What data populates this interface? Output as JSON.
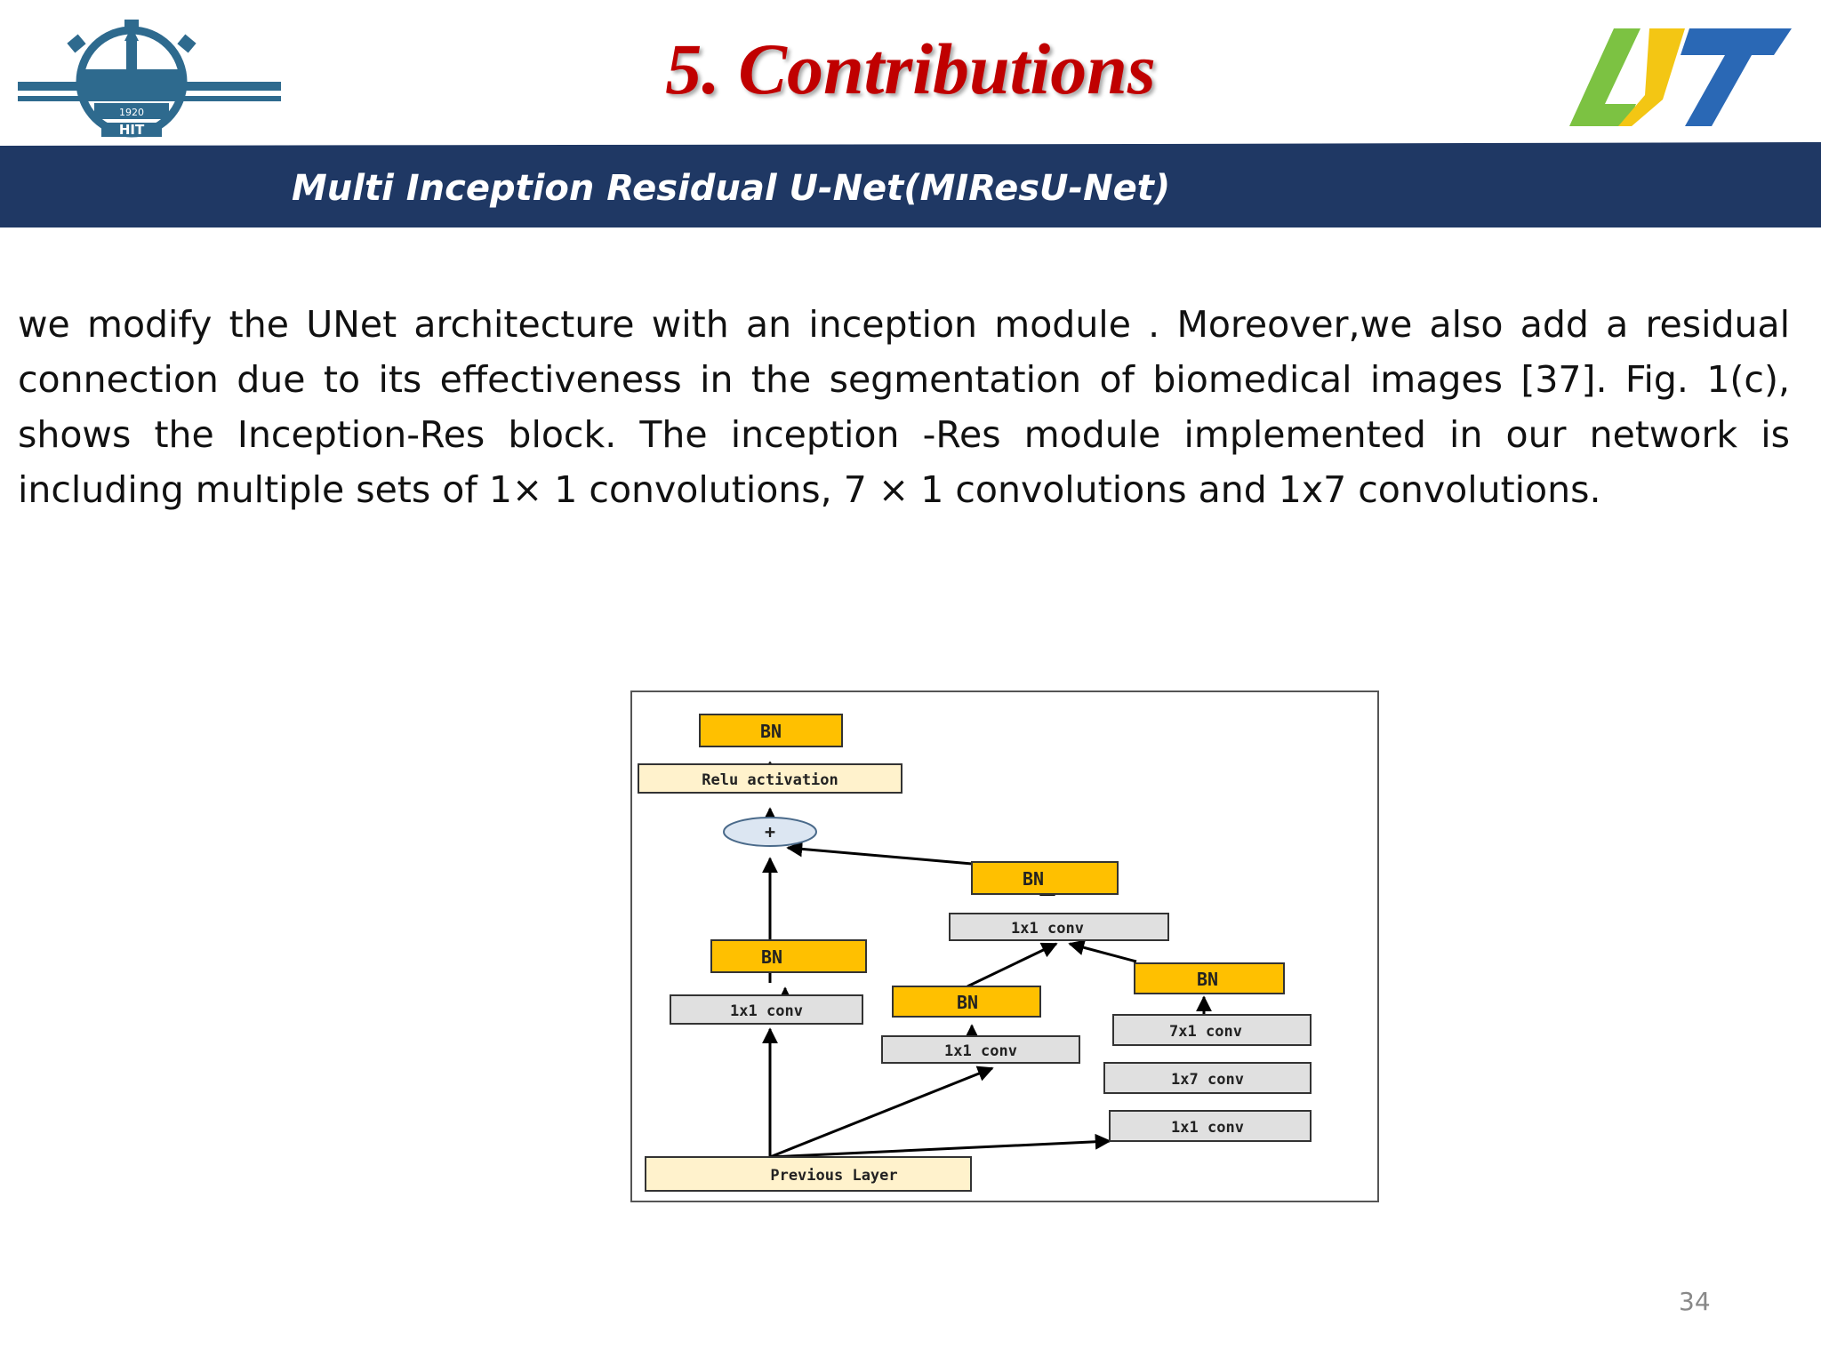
{
  "slide": {
    "title": "5. Contributions",
    "subtitle": "Multi Inception Residual U-Net(MIResU-Net)",
    "body": "we modify the UNet architecture with an inception module . Moreover,we also add a residual connection due to its effectiveness in the segmentation of biomedical images [37]. Fig. 1(c), shows the Inception-Res block. The inception -Res module implemented in our network is including multiple sets of 1× 1 convolutions, 7 × 1 convolutions and 1x7 convolutions.",
    "page_number": "34"
  },
  "logos": {
    "left_icon": "hit-university-emblem-icon",
    "left_year": "1920",
    "left_letters": "HIT",
    "right_icon": "lab-logo-icon"
  },
  "colors": {
    "title_red": "#c00000",
    "banner_navy": "#1f3864",
    "bn_fill": "#ffc000",
    "layer_fill": "#fff2cc",
    "conv_fill": "#e0e0e0",
    "add_fill": "#dce6f2"
  },
  "diagram": {
    "top_bn": "BN",
    "relu": "Relu activation",
    "add": "+",
    "branch1": {
      "bn": "BN",
      "conv": "1x1 conv"
    },
    "branch2": {
      "bn": "BN",
      "conv": "1x1 conv"
    },
    "merge": {
      "bn": "BN",
      "conv": "1x1 conv"
    },
    "branch3": {
      "bn": "BN",
      "conv_a": "7x1 conv",
      "conv_b": "1x7 conv",
      "conv_c": "1x1 conv"
    },
    "previous": "Previous Layer"
  }
}
